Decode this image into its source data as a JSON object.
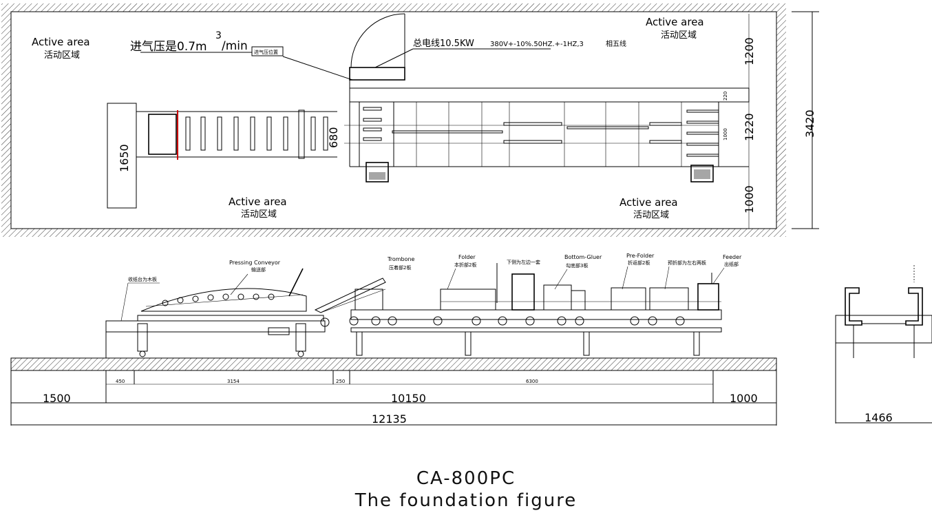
{
  "plan": {
    "active_area_en": "Active area",
    "active_area_cn": "活动区域",
    "air_pressure": "进气压是0.7m",
    "air_pressure_sup": "3",
    "air_pressure_unit": "/min",
    "air_inlet_label": "进气压位置",
    "power_line_cn": "总电线10.5KW",
    "power_line_spec": "380V+-10%.50HZ.+-1HZ,3",
    "power_line_cn2": "相五线",
    "dim_1200": "1200",
    "dim_1220": "1220",
    "dim_1000": "1000",
    "dim_3420": "3420",
    "dim_1650": "1650",
    "dim_680": "680",
    "dim_220": "220",
    "dim_1000_small": "1000"
  },
  "elevation": {
    "pressing_conveyor_en": "Pressing Conveyor",
    "pressing_conveyor_cn": "输送部",
    "receiving_table_cn": "收纸台为木板",
    "trombone_en": "Trombone",
    "trombone_cn": "压着部2板",
    "folder_en": "Folder",
    "folder_cn": "本折部2板",
    "lower_fold_cn": "下侧为左边一套",
    "bottom_gluer_en": "Bottom-Gluer",
    "bottom_gluer_cn": "勾底部3板",
    "pre_folder_en": "Pre-Folder",
    "pre_folder_cn": "折返部2板",
    "prefold_note_cn": "预折部为左右两板",
    "feeder_en": "Feeder",
    "feeder_cn": "出纸部",
    "dim_450": "450",
    "dim_3154": "3154",
    "dim_250": "250",
    "dim_6300": "6300",
    "dim_1500": "1500",
    "dim_10150": "10150",
    "dim_1000": "1000",
    "dim_12135": "12135",
    "dim_1466": "1466"
  },
  "title": {
    "model": "CA-800PC",
    "subtitle": "The foundation figure"
  }
}
